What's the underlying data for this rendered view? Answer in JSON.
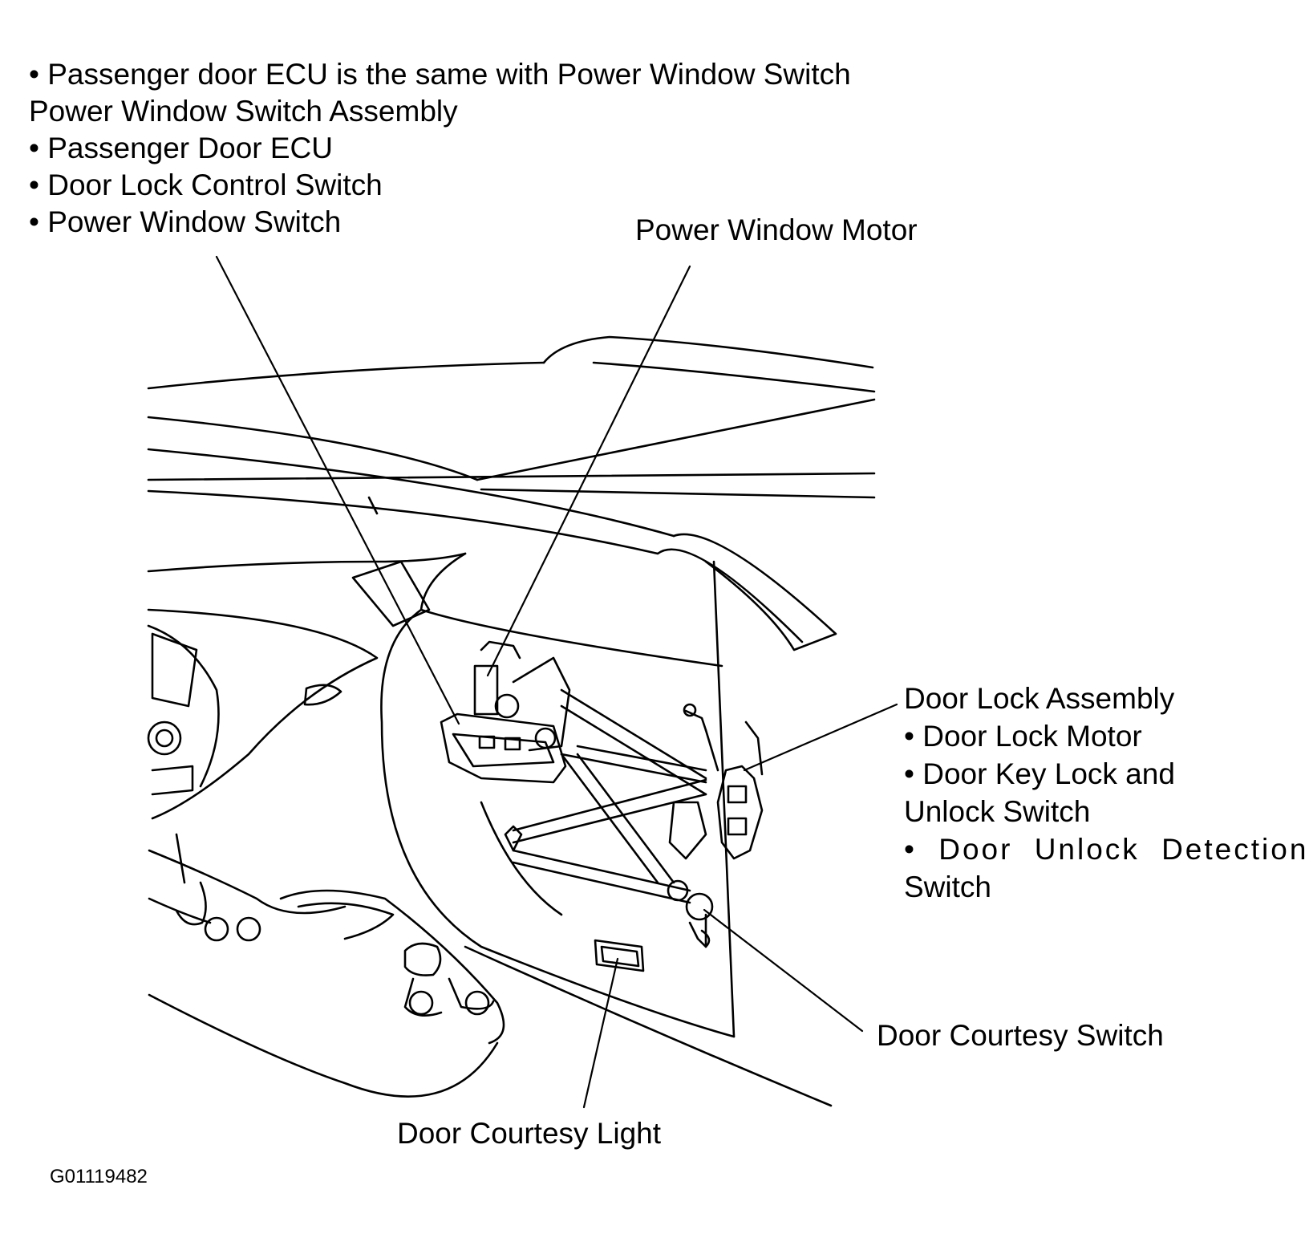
{
  "labels": {
    "switch_assembly": [
      "• Passenger door ECU is the same with Power Window Switch",
      "Power Window Switch Assembly",
      "• Passenger Door ECU",
      "• Door Lock Control Switch",
      "• Power Window Switch"
    ],
    "window_motor": "Power Window Motor",
    "door_lock_assembly": [
      "Door Lock Assembly",
      "• Door Lock Motor",
      "• Door Key Lock and",
      "Unlock Switch",
      "• Door Unlock Detection",
      "Switch"
    ],
    "courtesy_switch": "Door Courtesy Switch",
    "courtesy_light": "Door Courtesy Light",
    "figure_code": "G01119482"
  }
}
